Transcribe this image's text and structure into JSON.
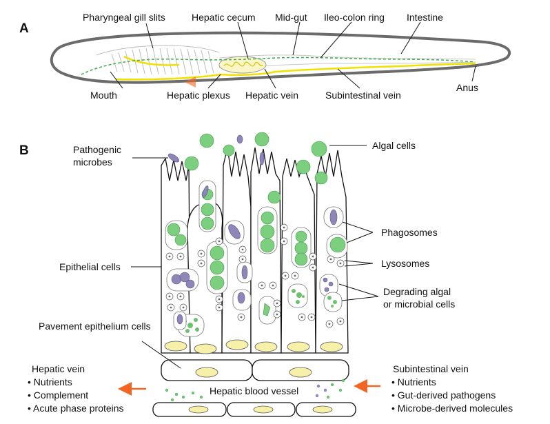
{
  "panels": {
    "a": "A",
    "b": "B"
  },
  "panel_a": {
    "pharyngeal_gill_slits": "Pharyngeal gill slits",
    "hepatic_cecum": "Hepatic cecum",
    "mid_gut": "Mid-gut",
    "ileo_colon_ring": "Ileo-colon ring",
    "intestine": "Intestine",
    "mouth": "Mouth",
    "hepatic_plexus": "Hepatic plexus",
    "hepatic_vein": "Hepatic vein",
    "subintestinal_vein": "Subintestinal vein",
    "anus": "Anus"
  },
  "panel_b": {
    "pathogenic_microbes": [
      "Pathogenic",
      "microbes"
    ],
    "algal_cells": "Algal cells",
    "phagosomes": "Phagosomes",
    "epithelial_cells": "Epithelial cells",
    "lysosomes": "Lysosomes",
    "degrading": [
      "Degrading algal",
      "or microbial cells"
    ],
    "pavement_epithelium_cells": "Pavement epithelium cells",
    "hepatic_blood_vessel": "Hepatic blood vessel",
    "hepatic_vein_box": {
      "title": "Hepatic vein",
      "items": [
        "• Nutrients",
        "• Complement",
        "• Acute phase proteins"
      ]
    },
    "subintestinal_vein_box": {
      "title": "Subintestinal vein",
      "items": [
        "• Nutrients",
        "• Gut-derived pathogens",
        "• Microbe-derived molecules"
      ]
    }
  },
  "colors": {
    "body_outline": "#6b6b6b",
    "blood_vessel": "#f0e100",
    "food_flow": "#3faa4a",
    "algal_cell": "#7ccf7e",
    "microbe": "#8f86b8",
    "nucleus": "#f7f0a8",
    "arrow": "#f26522"
  }
}
